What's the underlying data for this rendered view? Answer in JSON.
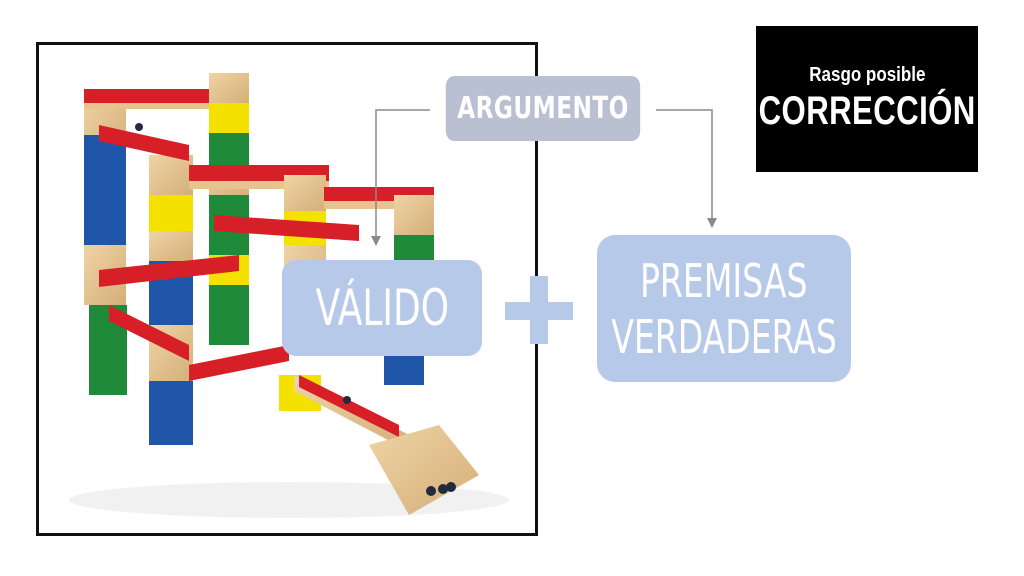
{
  "diagram": {
    "root_label": "ARGUMENTO",
    "left_label": "VÁLIDO",
    "operator": "+",
    "right_label_line1": "PREMISAS",
    "right_label_line2": "VERDADERAS"
  },
  "corner_box": {
    "small_text": "Rasgo posible",
    "big_text": "CORRECCIÓN"
  },
  "photo": {
    "description_icon": "marble-run-toy-illustration"
  },
  "colors": {
    "box_light_blue": "#b7c9e9",
    "box_grey": "#b8c0d2",
    "frame": "#111111",
    "red_block": "#d61f26",
    "yellow_block": "#f4e100",
    "green_block": "#1e8a3a",
    "blue_block": "#1f56a8",
    "wood": "#e2c08e"
  }
}
